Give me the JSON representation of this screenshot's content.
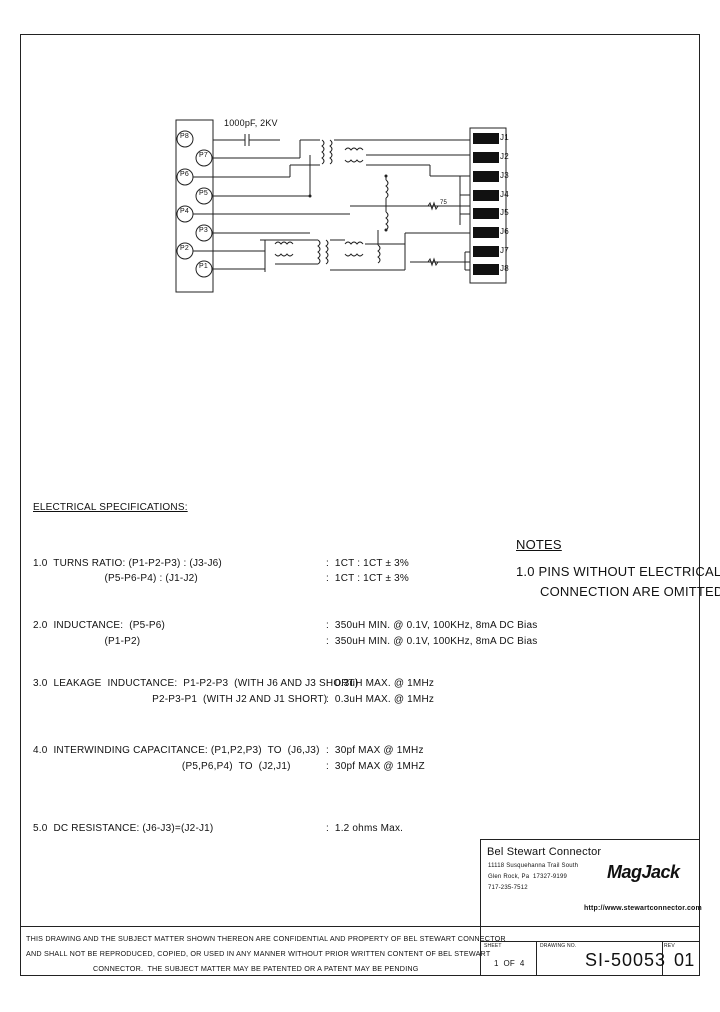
{
  "schematic": {
    "capacitor_label": "1000pF, 2KV",
    "ports_left": [
      "P8",
      "P7",
      "P6",
      "P5",
      "P4",
      "P3",
      "P2",
      "P1"
    ],
    "pins_right": [
      "J1",
      "J2",
      "J3",
      "J4",
      "J5",
      "J6",
      "J7",
      "J8"
    ],
    "resistor_label": "75"
  },
  "specs": {
    "heading": "ELECTRICAL SPECIFICATIONS:",
    "items": [
      {
        "label": "1.0  TURNS RATIO: (P1-P2-P3) : (J3-J6)",
        "value": ":  1CT : 1CT ± 3%"
      },
      {
        "label": "                        (P5-P6-P4) : (J1-J2)",
        "value": ":  1CT : 1CT ± 3%"
      },
      {
        "label": "2.0  INDUCTANCE:  (P5-P6)",
        "value": ":  350uH MIN. @ 0.1V, 100KHz, 8mA DC Bias"
      },
      {
        "label": "                        (P1-P2)",
        "value": ":  350uH MIN. @ 0.1V, 100KHz, 8mA DC Bias"
      },
      {
        "label": "3.0  LEAKAGE  INDUCTANCE:  P1-P2-P3  (WITH J6 AND J3 SHORT)",
        "value": ":  0.3uH MAX. @ 1MHz"
      },
      {
        "label": "                                        P2-P3-P1  (WITH J2 AND J1 SHORT)",
        "value": ":  0.3uH MAX. @ 1MHz"
      },
      {
        "label": "4.0  INTERWINDING CAPACITANCE: (P1,P2,P3)  TO  (J6,J3)",
        "value": ":  30pf MAX @ 1MHz"
      },
      {
        "label": "                                                  (P5,P6,P4)  TO  (J2,J1)",
        "value": ":  30pf MAX @ 1MHZ"
      },
      {
        "label": "5.0  DC RESISTANCE: (J6-J3)=(J2-J1)",
        "value": ":  1.2 ohms Max."
      }
    ]
  },
  "notes": {
    "title": "NOTES",
    "line1": "1.0 PINS WITHOUT ELECTRICAL",
    "line2": "CONNECTION ARE OMITTED."
  },
  "title_block": {
    "company": "Bel Stewart Connector",
    "address1": "11118 Susquehanna Trail South",
    "address2": "Glen Rock, Pa  17327-9199",
    "phone": "717-235-7512",
    "brand": "MagJack",
    "website": "http://www.stewartconnector.com",
    "sheet_label": "SHEET",
    "sheet_value": "1  OF  4",
    "drawing_label": "DRAWING NO.",
    "drawing_no": "SI-50053",
    "rev_label": "REV",
    "rev": "01"
  },
  "confidential": {
    "line1": "THIS DRAWING AND THE SUBJECT MATTER SHOWN THEREON ARE CONFIDENTIAL AND PROPERTY OF BEL STEWART CONNECTOR",
    "line2": "AND SHALL NOT BE REPRODUCED, COPIED, OR USED IN ANY MANNER WITHOUT PRIOR WRITTEN CONTENT OF BEL STEWART",
    "line3": "CONNECTOR.  THE SUBJECT MATTER MAY BE PATENTED OR A PATENT MAY BE PENDING"
  }
}
